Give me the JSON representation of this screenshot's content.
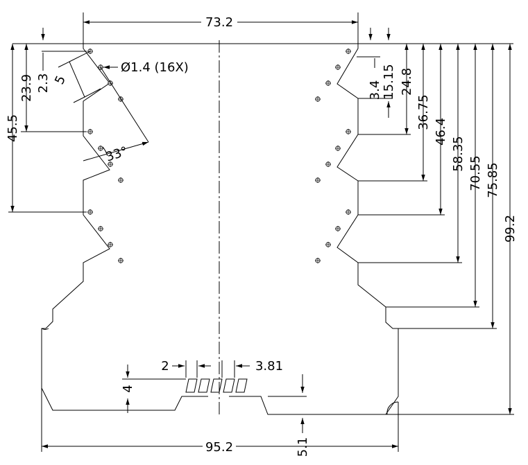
{
  "drawing": {
    "hole_label": "Ø1.4 (16X)",
    "angle_label": "33°",
    "slot_width": "5"
  },
  "dimensions": {
    "overall_top_width": "73.2",
    "overall_bottom_width": "95.2",
    "overall_height": "99.2",
    "left_h1": "23.9",
    "left_h2": "2.3",
    "left_h3": "45.5",
    "right_v1": "3.4",
    "right_v2": "15.15",
    "right_v3": "24.8",
    "right_v4": "36.75",
    "right_v5": "46.4",
    "right_v6": "58.35",
    "right_v7": "70.55",
    "right_v8": "75.85",
    "pin_width": "2",
    "pin_pitch": "3.81",
    "pin_height": "4",
    "bottom_offset": "5.1"
  }
}
